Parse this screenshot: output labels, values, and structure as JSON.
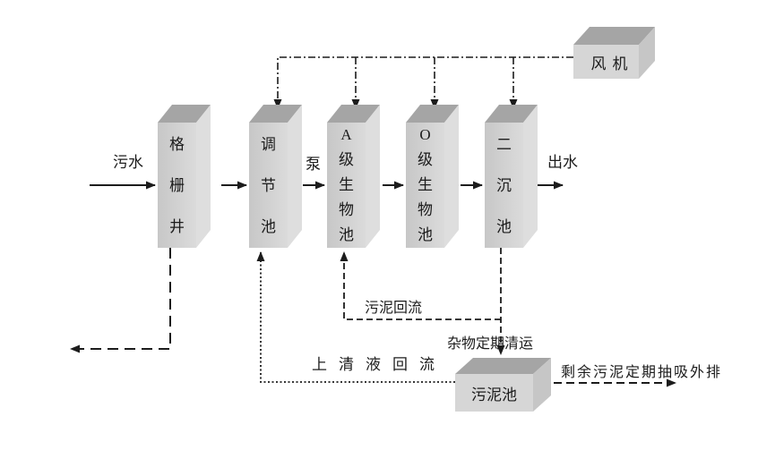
{
  "nodes": {
    "grid_well": "格栅井",
    "regulating_tank": "调节池",
    "a_bio_tank": "A级生物池",
    "o_bio_tank": "O级生物池",
    "secondary_clarifier": "二沉池",
    "fan": "风机",
    "sludge_tank": "污泥池"
  },
  "flow_labels": {
    "influent": "污水",
    "pump": "泵",
    "effluent": "出水",
    "sludge_return": "污泥回流",
    "debris_removal": "杂物定期清运",
    "supernatant_return": "上清液回流",
    "excess_sludge_discharge": "剩余污泥定期抽吸外排"
  },
  "colors": {
    "box_front_light": "#dbdbdb",
    "box_front_dark": "#c7c7c7",
    "box_top": "#a5a5a5",
    "box_side": "#dedede",
    "box_side_dark": "#c6c6c6",
    "line": "#1c1c1c",
    "background": "#ffffff"
  }
}
